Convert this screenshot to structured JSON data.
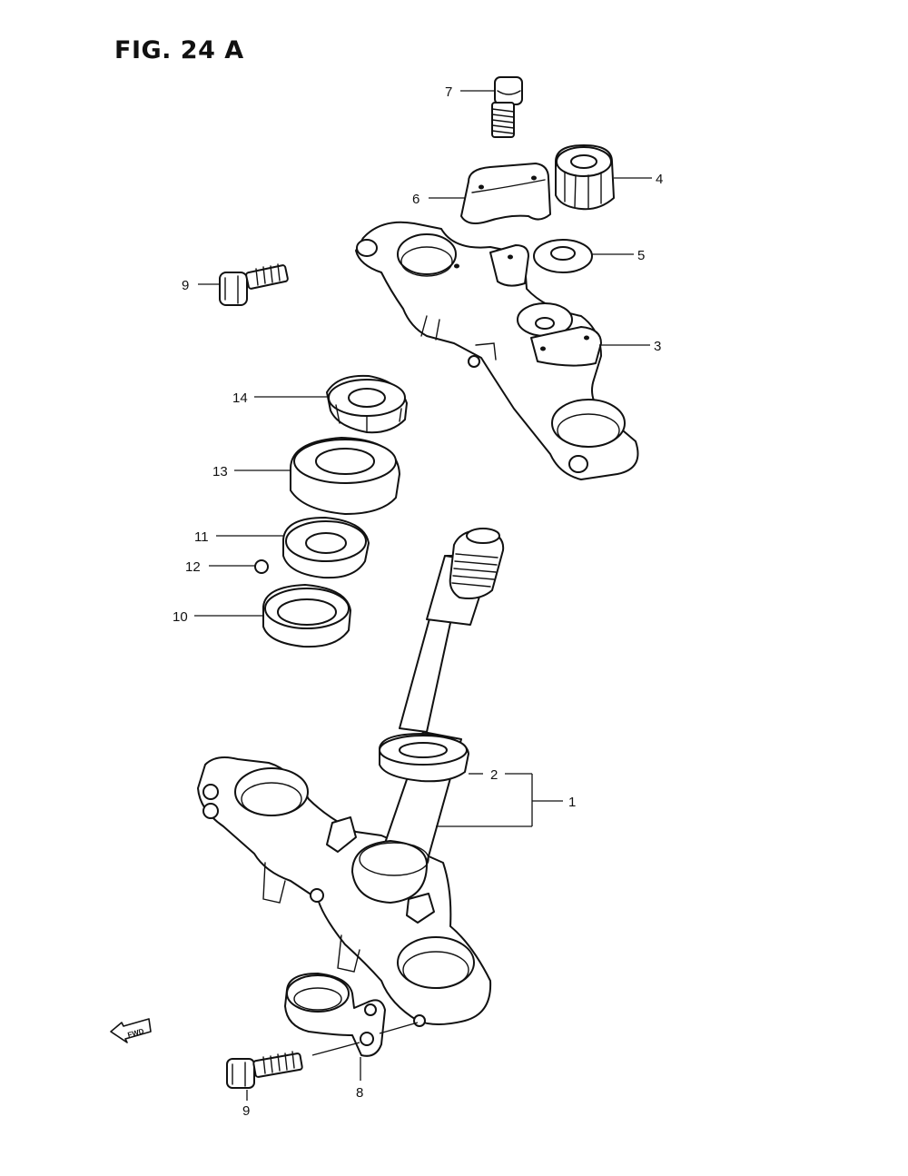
{
  "figure": {
    "title": "FIG. 24 A"
  },
  "fwd_label": "FWD",
  "callouts": {
    "c1": "1",
    "c2": "2",
    "c3": "3",
    "c4": "4",
    "c5": "5",
    "c6": "6",
    "c7": "7",
    "c8": "8",
    "c9a": "9",
    "c9b": "9",
    "c10": "10",
    "c11": "11",
    "c12": "12",
    "c13": "13",
    "c14": "14"
  }
}
